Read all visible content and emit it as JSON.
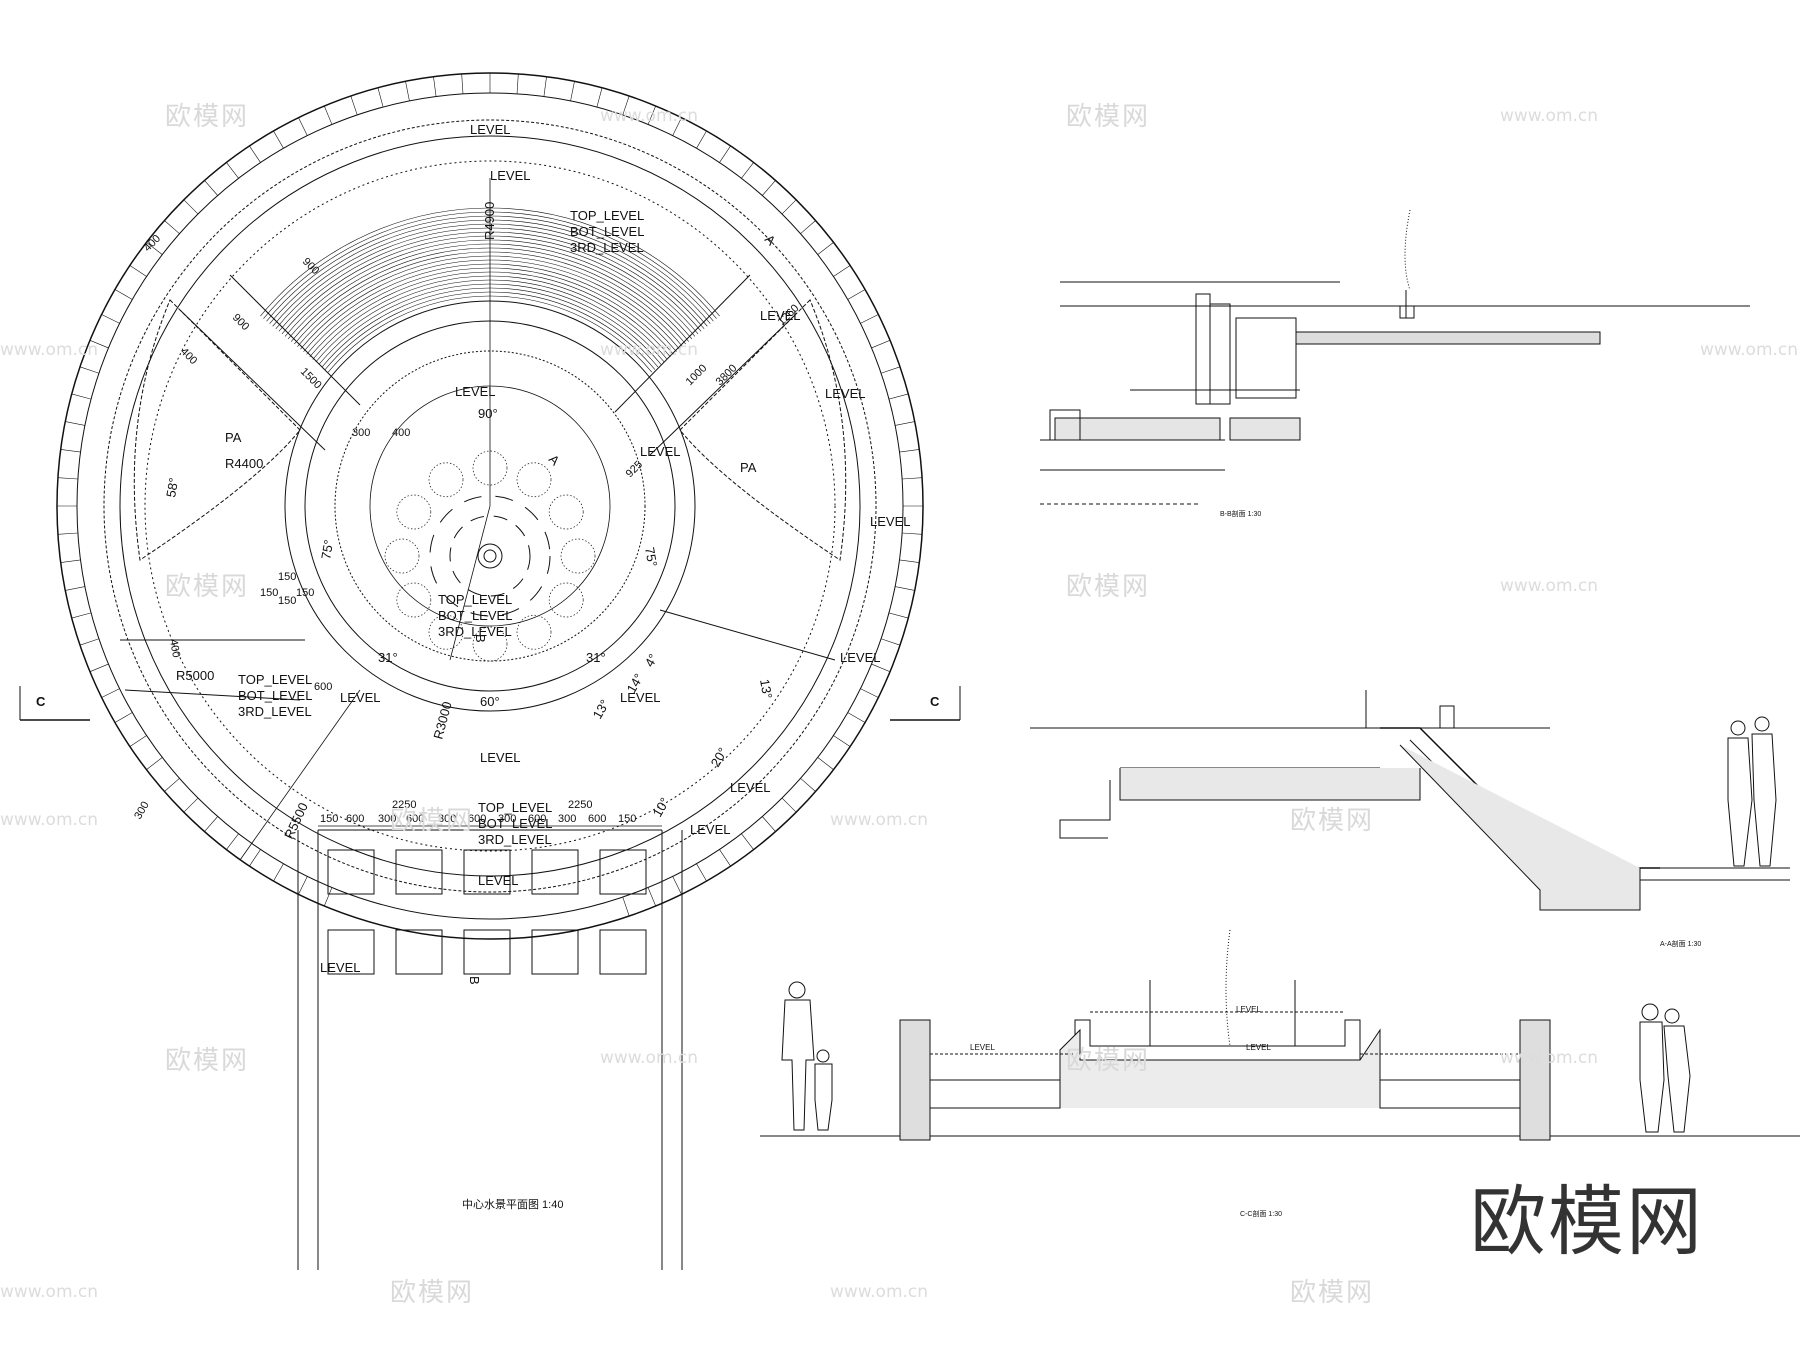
{
  "watermarks": {
    "brand": "欧模网",
    "url": "www.om.cn"
  },
  "plan": {
    "title": "中心水景平面图 1:40",
    "section_mark_left": "C",
    "section_mark_right": "C",
    "section_mark_a": "A",
    "section_mark_b": "B",
    "level_label": "LEVEL",
    "level_stack": [
      "TOP_LEVEL",
      "BOT_LEVEL",
      "3RD_LEVEL"
    ],
    "area_label": "PA",
    "radii": [
      "R4900",
      "R4400",
      "R5000",
      "R3000",
      "R5500"
    ],
    "angles": [
      "90°",
      "60°",
      "58°",
      "75°",
      "75°",
      "31°",
      "31°",
      "13°",
      "13°",
      "14°",
      "4°",
      "20°",
      "10°"
    ],
    "dims_misc": [
      "400",
      "900",
      "900",
      "1500",
      "300",
      "400",
      "400",
      "1000",
      "3800",
      "1260",
      "925",
      "150",
      "150",
      "150",
      "150",
      "400",
      "600",
      "300"
    ],
    "bottom_dims_top": [
      "2250",
      "2250"
    ],
    "bottom_dims": [
      "150",
      "600",
      "300",
      "600",
      "300",
      "600",
      "300",
      "600",
      "300",
      "600",
      "150"
    ]
  },
  "section_b": {
    "caption": "B-B剖面 1:30"
  },
  "section_a": {
    "caption": "A-A剖面 1:30"
  },
  "section_c": {
    "caption": "C-C剖面 1:30",
    "level_label": "LEVEL"
  }
}
